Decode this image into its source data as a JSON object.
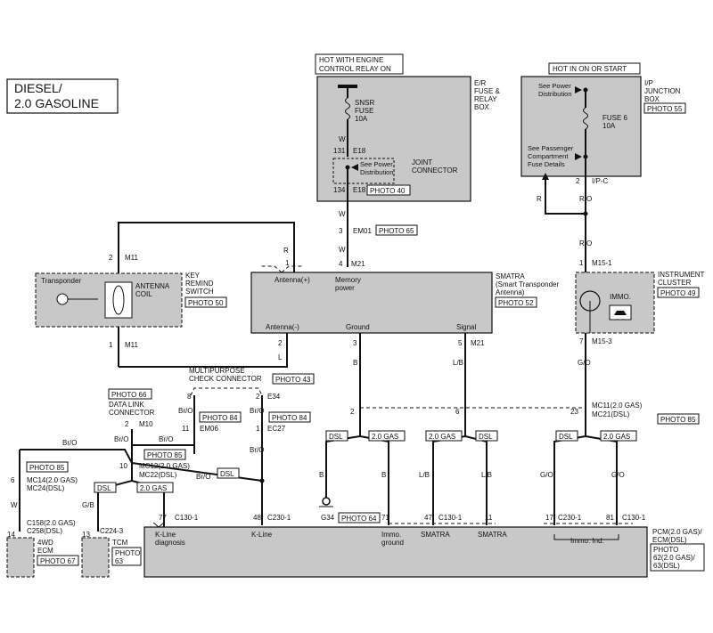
{
  "title": [
    "DIESEL/",
    "2.0 GASOLINE"
  ],
  "hot_engine": [
    "HOT WITH ENGINE",
    "CONTROL RELAY ON"
  ],
  "hot_in": "HOT IN ON OR START",
  "er_box": {
    "label": [
      "E/R",
      "FUSE &",
      "RELAY",
      "BOX"
    ],
    "fuse": [
      "SNSR",
      "FUSE",
      "10A"
    ],
    "pin131": "131",
    "pin134": "134",
    "e18a": "E18",
    "e18b": "E18",
    "photo": "PHOTO 40",
    "joint": [
      "JOINT",
      "CONNECTOR"
    ],
    "see_power": [
      "See Power",
      "Distribution"
    ]
  },
  "ip_box": {
    "label": [
      "I/P",
      "JUNCTION",
      "BOX"
    ],
    "photo": "PHOTO 55",
    "see_power": [
      "See Power",
      "Distribution"
    ],
    "fuse": [
      "FUSE 6",
      "10A"
    ],
    "see_pass": [
      "See Passenger",
      "Compartment",
      "Fuse Details"
    ],
    "pin2": "2",
    "ipc": "I/P-C"
  },
  "wires": {
    "W": "W",
    "R": "R",
    "RO": "R/O",
    "GO": "G/O",
    "L": "L",
    "B": "B",
    "LB": "L/B",
    "BrO": "Br/O",
    "GB": "G/B"
  },
  "em01": {
    "pin": "3",
    "name": "EM01",
    "photo": "PHOTO 65"
  },
  "m21_top": {
    "pin": "4",
    "name": "M21"
  },
  "m11_top": {
    "pin": "2",
    "name": "M11"
  },
  "m11_bot": {
    "pin": "1",
    "name": "M11"
  },
  "m15_1": {
    "pin": "1",
    "name": "M15-1"
  },
  "m15_3": {
    "pin": "7",
    "name": "M15-3"
  },
  "key_switch": {
    "label": [
      "KEY",
      "REMIND",
      "SWITCH"
    ],
    "photo": "PHOTO 50",
    "transponder": "Transponder",
    "coil": [
      "ANTENNA",
      "COIL"
    ]
  },
  "smatra": {
    "label": [
      "SMATRA",
      "(Smart Transponder",
      "Antenna)"
    ],
    "photo": "PHOTO 52",
    "antenna_plus": "Antenna(+)",
    "memory": [
      "Memory",
      "power"
    ],
    "antenna_minus": "Antenna(-)",
    "ground": "Ground",
    "signal": "Signal",
    "pin1": "1",
    "pin2": "2",
    "pin3": "3",
    "pin5": "5",
    "m21": "M21"
  },
  "cluster": {
    "label": [
      "INSTRUMENT",
      "CLUSTER"
    ],
    "photo": "PHOTO 49",
    "immo": "IMMO."
  },
  "multipurpose": {
    "label": [
      "MULTIPURPOSE",
      "CHECK CONNECTOR"
    ],
    "photo": "PHOTO 43",
    "pin8": "8",
    "pin2": "2",
    "e34": "E34"
  },
  "dlc": {
    "photo": "PHOTO 66",
    "label": [
      "DATA LINK",
      "CONNECTOR"
    ],
    "pin2": "2",
    "m10": "M10",
    "photo85": "PHOTO 85"
  },
  "em06": {
    "pin": "11",
    "name": "EM06",
    "photo": "PHOTO 84"
  },
  "ec27": {
    "pin": "1",
    "name": "EC27",
    "photo": "PHOTO 84"
  },
  "mc12": {
    "pin": "10",
    "name": [
      "MC12(2.0 GAS)",
      "MC22(DSL)"
    ]
  },
  "mc14": {
    "pin": "6",
    "name": [
      "MC14(2.0 GAS)",
      "MC24(DSL)"
    ],
    "photo": "PHOTO 85"
  },
  "mc11": {
    "pin": "23",
    "name": [
      "MC11(2.0 GAS)",
      "MC21(DSL)"
    ],
    "photo": "PHOTO 85"
  },
  "splice_pins": {
    "p2": "2",
    "p6": "6"
  },
  "dsl": "DSL",
  "gas": "2.0 GAS",
  "g34": {
    "name": "G34",
    "photo": "PHOTO 64"
  },
  "c158": [
    "C158(2.0 GAS)",
    "C258(DSL)"
  ],
  "c224": "C224-3",
  "c130a": {
    "pin": "77",
    "name": "C130-1"
  },
  "c230a": {
    "pin": "48",
    "name": "C230-1"
  },
  "pcm_pins": {
    "p71": "71",
    "p47": "47",
    "c130b": "C130-1",
    "p11": "11",
    "p17": "17",
    "c230b": "C230-1",
    "p81": "81",
    "c130c": "C130-1"
  },
  "ecm4wd": {
    "pin": "14",
    "label": [
      "4WD",
      "ECM"
    ],
    "photo": "PHOTO 67"
  },
  "tcm": {
    "pin": "13",
    "label": "TCM",
    "photo": [
      "PHOTO",
      "63"
    ]
  },
  "pcm": {
    "label": [
      "PCM(2.0 GAS)/",
      "ECM(DSL)"
    ],
    "photo": [
      "PHOTO",
      "62(2.0 GAS)/",
      "63(DSL)"
    ],
    "kline_diag": [
      "K-Line",
      "diagnosis"
    ],
    "kline": "K-Line",
    "immo_ground": [
      "Immo.",
      "ground"
    ],
    "smatra1": "SMATRA",
    "smatra2": "SMATRA",
    "immo_ind": "Immo. Ind."
  }
}
